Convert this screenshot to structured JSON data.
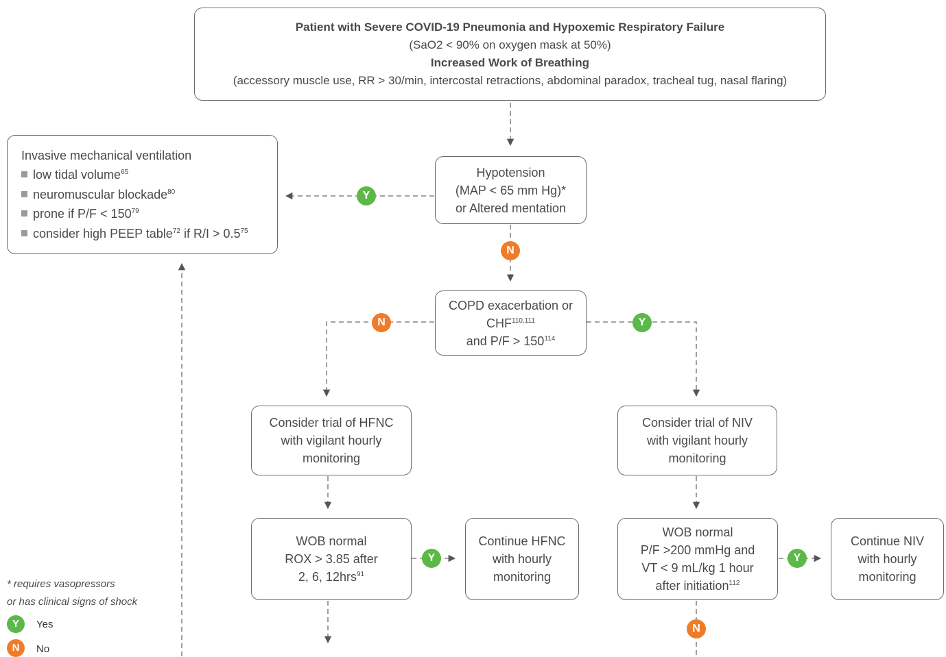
{
  "top_box": {
    "title": "Patient with Severe COVID-19 Pneumonia and Hypoxemic Respiratory Failure",
    "sao2": "(SaO2 < 90% on oxygen mask at  50%)",
    "wob_title": "Increased Work of Breathing",
    "wob_signs": "(accessory muscle use, RR > 30/min, intercostal retractions, abdominal paradox, tracheal tug, nasal flaring)"
  },
  "ivm_box": {
    "title": "Invasive mechanical ventilation",
    "b1": "low tidal volume",
    "b1_ref": "65",
    "b2": "neuromuscular blockade",
    "b2_ref": "80",
    "b3": "prone if P/F < 150",
    "b3_ref": "79",
    "b4a": "consider high PEEP table",
    "b4a_ref": "72",
    "b4b": " if R/I > 0.5",
    "b4b_ref": "75"
  },
  "hypotension_box": {
    "l1": "Hypotension",
    "l2": "(MAP < 65 mm Hg)*",
    "l3": "or Altered mentation"
  },
  "copd_box": {
    "l1": "COPD exacerbation or",
    "l2": "CHF",
    "l2_ref": "110,111",
    "l3": "and P/F > 150",
    "l3_ref": "114"
  },
  "hfnc_box": {
    "l1": "Consider trial of HFNC",
    "l2": "with vigilant hourly",
    "l3": "monitoring"
  },
  "niv_box": {
    "l1": "Consider trial of NIV",
    "l2": "with vigilant hourly",
    "l3": "monitoring"
  },
  "wob_hfnc_box": {
    "l1": "WOB normal",
    "l2": "ROX > 3.85 after",
    "l3": "2, 6, 12hrs",
    "l3_ref": "91"
  },
  "cont_hfnc_box": {
    "l1": "Continue HFNC",
    "l2": "with hourly",
    "l3": "monitoring"
  },
  "wob_niv_box": {
    "l1": "WOB normal",
    "l2": "P/F >200 mmHg and",
    "l3": "VT < 9 mL/kg 1 hour",
    "l4": "after initiation",
    "l4_ref": "112"
  },
  "cont_niv_box": {
    "l1": "Continue NIV",
    "l2": "with hourly",
    "l3": "monitoring"
  },
  "badges": {
    "yes": "Y",
    "no": "N"
  },
  "footnote": {
    "l1": "* requires vasopressors",
    "l2": "or has clinical signs of shock"
  },
  "legend": {
    "yes_label": "Yes",
    "no_label": "No"
  },
  "colors": {
    "yes": "#5cb848",
    "no": "#f07c2a",
    "line": "#6b6b6b"
  }
}
